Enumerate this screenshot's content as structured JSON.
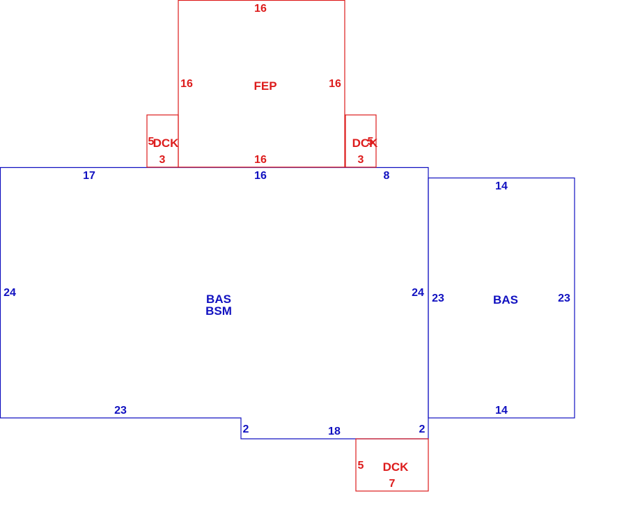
{
  "colors": {
    "living": "#1010c0",
    "addition": "#dd1c1c",
    "background": "#ffffff"
  },
  "areas": {
    "main_house": {
      "code_1": "BAS",
      "code_2": "BSM"
    },
    "right_wing": {
      "code": "BAS"
    },
    "porch": {
      "code": "FEP"
    },
    "deck_left": {
      "code": "DCK"
    },
    "deck_right": {
      "code": "DCK"
    },
    "deck_bottom": {
      "code": "DCK"
    }
  },
  "dimensions": {
    "main_top_left": "17",
    "main_top_center": "16",
    "main_top_right": "8",
    "main_left": "24",
    "main_right": "24",
    "main_bottom_left": "23",
    "main_bottom_step_left": "2",
    "main_bottom_center": "18",
    "main_bottom_step_right": "2",
    "wing_top": "14",
    "wing_left": "23",
    "wing_right": "23",
    "wing_bottom": "14",
    "porch_top": "16",
    "porch_left": "16",
    "porch_right": "16",
    "porch_bottom": "16",
    "deck_left_side": "5",
    "deck_left_bottom": "3",
    "deck_right_side": "5",
    "deck_right_bottom": "3",
    "deck_bottom_side": "5",
    "deck_bottom_width": "7"
  }
}
